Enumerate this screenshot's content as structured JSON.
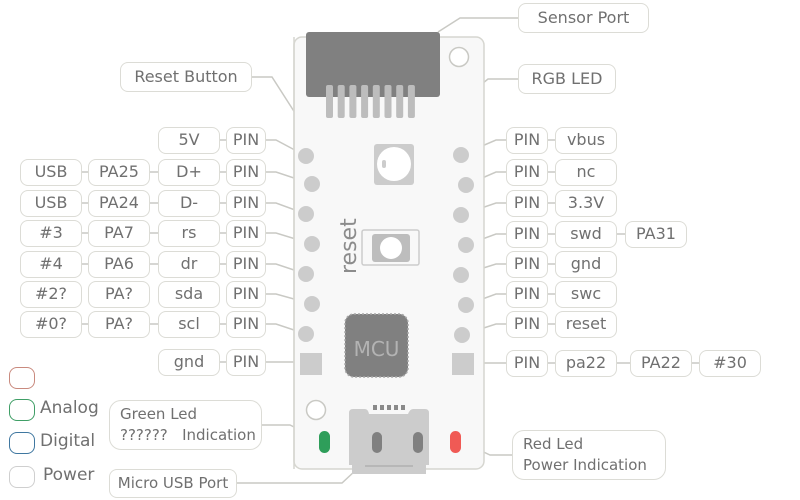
{
  "diagram": {
    "top_labels": {
      "sensor_port": "Sensor Port",
      "rgb_led": "RGB LED",
      "reset_button": "Reset Button"
    },
    "board": {
      "reset_text": "reset",
      "mcu_text": "MCU"
    },
    "left_pins": [
      {
        "pin": "PIN",
        "name": "5V",
        "port": null,
        "num": null,
        "connected": true
      },
      {
        "pin": "PIN",
        "name": "D+",
        "port": "PA25",
        "num": "USB",
        "connected": true
      },
      {
        "pin": "PIN",
        "name": "D-",
        "port": "PA24",
        "num": "USB",
        "connected": true
      },
      {
        "pin": "PIN",
        "name": "rs",
        "port": "PA7",
        "num": "#3",
        "connected": true
      },
      {
        "pin": "PIN",
        "name": "dr",
        "port": "PA6",
        "num": "#4",
        "connected": true
      },
      {
        "pin": "PIN",
        "name": "sda",
        "port": "PA?",
        "num": "#2?",
        "connected": false
      },
      {
        "pin": "PIN",
        "name": "scl",
        "port": "PA?",
        "num": "#0?",
        "connected": true
      },
      {
        "pin": "PIN",
        "name": "gnd",
        "port": null,
        "num": null,
        "connected": true
      }
    ],
    "right_pins": [
      {
        "pin": "PIN",
        "name": "vbus",
        "port": null,
        "num": null
      },
      {
        "pin": "PIN",
        "name": "nc",
        "port": null,
        "num": null
      },
      {
        "pin": "PIN",
        "name": "3.3V",
        "port": null,
        "num": null
      },
      {
        "pin": "PIN",
        "name": "swd",
        "port": "PA31",
        "num": null
      },
      {
        "pin": "PIN",
        "name": "gnd",
        "port": null,
        "num": null
      },
      {
        "pin": "PIN",
        "name": "swc",
        "port": null,
        "num": null
      },
      {
        "pin": "PIN",
        "name": "reset",
        "port": null,
        "num": null
      },
      {
        "pin": "PIN",
        "name": "pa22",
        "port": "PA22",
        "num": "#30"
      }
    ],
    "bottom_labels": {
      "green_led_line1": "Green Led",
      "green_led_line2": "??????   Indication",
      "micro_usb": "Micro USB Port",
      "red_led_line1": "Red Led",
      "red_led_line2": "Power Indication"
    },
    "legend": [
      {
        "label": "",
        "color": "#c98a7e"
      },
      {
        "label": "Analog",
        "color": "#3f9e66"
      },
      {
        "label": "Digital",
        "color": "#3f77a0"
      },
      {
        "label": "Power",
        "color": "#cfcfcf"
      }
    ],
    "colors": {
      "board_fill": "#f8f8f8",
      "board_stroke": "#d6d6d0",
      "pad": "#cccccc",
      "chip": "#808080",
      "green_led": "#2e9e5a",
      "red_led": "#f05a55",
      "line": "#c9c9c4"
    }
  }
}
